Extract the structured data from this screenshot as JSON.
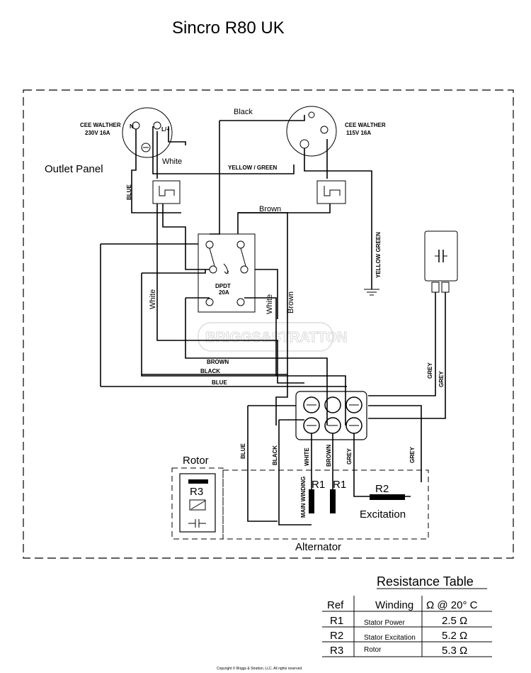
{
  "title": "Sincro R80 UK",
  "outlet_panel_label": "Outlet Panel",
  "outlet_230": {
    "line1": "CEE WALTHER",
    "line2": "230V 16A",
    "n": "N",
    "l": "L/+"
  },
  "outlet_115": {
    "line1": "CEE WALTHER",
    "line2": "115V 16A"
  },
  "switch": {
    "line1": "DPDT",
    "line2": "20A"
  },
  "wires": {
    "black": "Black",
    "white": "White",
    "yellow_green": "YELLOW / GREEN",
    "blue_v": "BLUE",
    "brown": "Brown",
    "yellow_green_v": "YELLOW GREEN",
    "white_left": "White",
    "white_right": "White",
    "brown_right": "Brown",
    "brown_bundle": "BROWN",
    "black_bundle": "BLACK",
    "blue_bundle": "BLUE",
    "grey1": "GREY",
    "grey2": "GREY",
    "grey_right": "GREY",
    "blue_alt": "BLUE",
    "black_alt": "BLACK",
    "white_alt": "WHITE",
    "brown_alt": "BROWN",
    "grey_alt": "GREY"
  },
  "watermark": "BRIGGS&STRATTON",
  "rotor_label": "Rotor",
  "rotor_ref": "R3",
  "main_winding": "MAIN WINDING",
  "r1a": "R1",
  "r1b": "R1",
  "r2": "R2",
  "excitation": "Excitation",
  "alternator": "Alternator",
  "resistance_table": {
    "title": "Resistance Table",
    "headers": {
      "ref": "Ref",
      "winding": "Winding",
      "unit": "Ω @ 20° C"
    },
    "rows": [
      {
        "ref": "R1",
        "winding": "Stator Power",
        "value": "2.5 Ω"
      },
      {
        "ref": "R2",
        "winding": "Stator Excitation",
        "value": "5.2 Ω"
      },
      {
        "ref": "R3",
        "winding": "Rotor",
        "value": "5.3 Ω"
      }
    ]
  },
  "copyright": "Copyright © Briggs & Stratton, LLC. All rights reserved."
}
